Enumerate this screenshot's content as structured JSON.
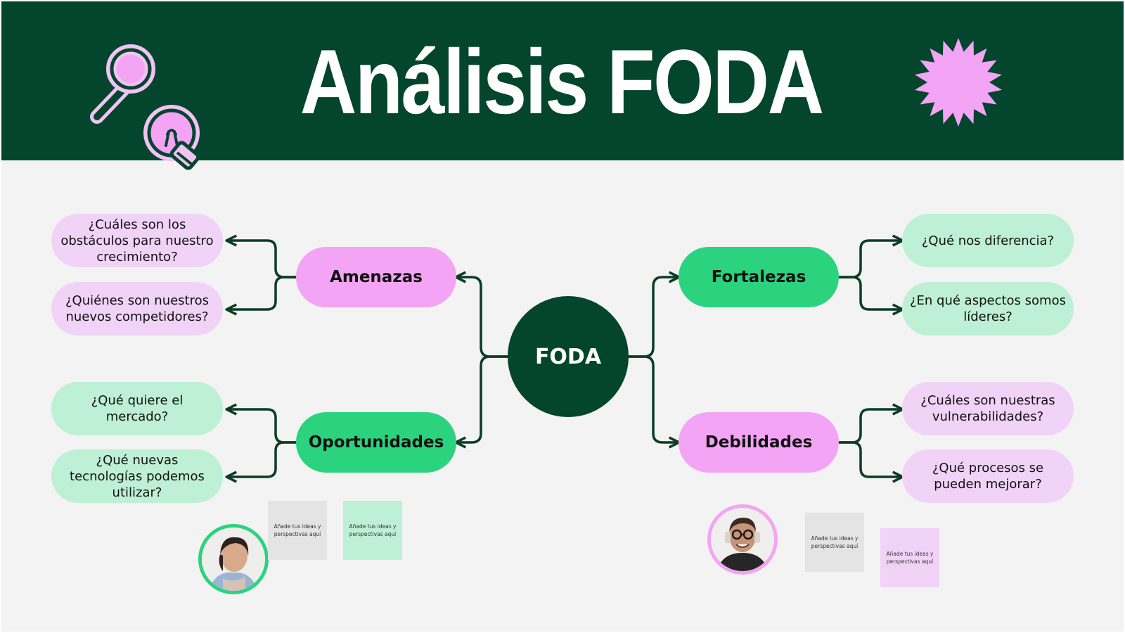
{
  "header": {
    "title": "Análisis FODA"
  },
  "colors": {
    "banner": "#03452d",
    "background": "#f3f3f3",
    "accent_pink": "#f3a4f4",
    "accent_green": "#2bd37f",
    "light_pink": "#f1d3f8",
    "light_green": "#bdf0d4",
    "connector": "#0b3d24"
  },
  "icons": {
    "left_decorations": [
      "magnifier-icon",
      "lightbulb-icon"
    ],
    "right_decoration": "starburst-icon"
  },
  "center": {
    "label": "FODA"
  },
  "categories": {
    "amenazas": {
      "label": "Amenazas",
      "questions": [
        "¿Cuáles son los obstáculos para nuestro crecimiento?",
        "¿Quiénes son nuestros nuevos competidores?"
      ]
    },
    "oportunidades": {
      "label": "Oportunidades",
      "questions": [
        "¿Qué quiere el mercado?",
        "¿Qué nuevas tecnologías podemos utilizar?"
      ]
    },
    "fortalezas": {
      "label": "Fortalezas",
      "questions": [
        "¿Qué nos diferencia?",
        "¿En qué aspectos somos líderes?"
      ]
    },
    "debilidades": {
      "label": "Debilidades",
      "questions": [
        "¿Cuáles son nuestras vulnerabilidades?",
        "¿Qué procesos se pueden mejorar?"
      ]
    }
  },
  "sticky_notes": {
    "left": [
      "Añade tus ideas y perspectivas aquí",
      "Añade tus ideas y perspectivas aquí"
    ],
    "right": [
      "Añade tus ideas y perspectivas aquí",
      "Añade tus ideas y perspectivas aquí"
    ]
  }
}
